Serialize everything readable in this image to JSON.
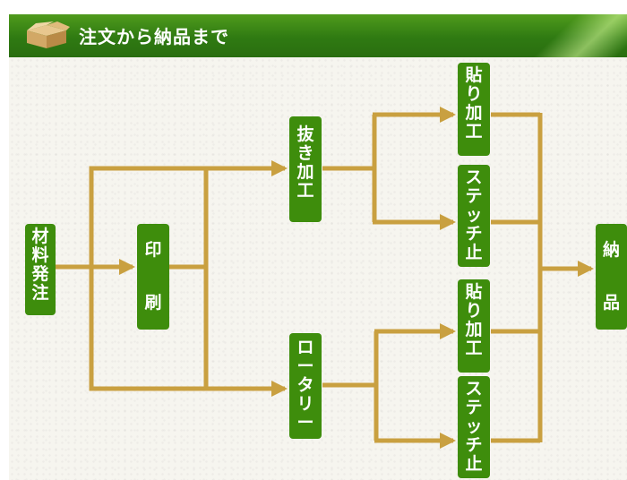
{
  "header": {
    "title": "注文から納品まで",
    "icon": "cardboard-box-icon"
  },
  "colors": {
    "header_green": "#2f7a12",
    "node_green": "#3e8d0c",
    "arrow_gold": "#c9a040",
    "background": "#f6f5ef"
  },
  "nodes": {
    "material_order": [
      "材",
      "料",
      "発",
      "注"
    ],
    "printing": [
      "印",
      "刷"
    ],
    "die_cutting": [
      "抜",
      "き",
      "加",
      "工"
    ],
    "rotary": [
      "ロ",
      "ー",
      "タ",
      "リ",
      "ー"
    ],
    "pasting_top": [
      "貼",
      "り",
      "加",
      "工"
    ],
    "stitch_top": [
      "ス",
      "テ",
      "ッ",
      "チ",
      "止"
    ],
    "pasting_bottom": [
      "貼",
      "り",
      "加",
      "工"
    ],
    "stitch_bottom": [
      "ス",
      "テ",
      "ッ",
      "チ",
      "止"
    ],
    "delivery": [
      "納",
      "品"
    ]
  }
}
